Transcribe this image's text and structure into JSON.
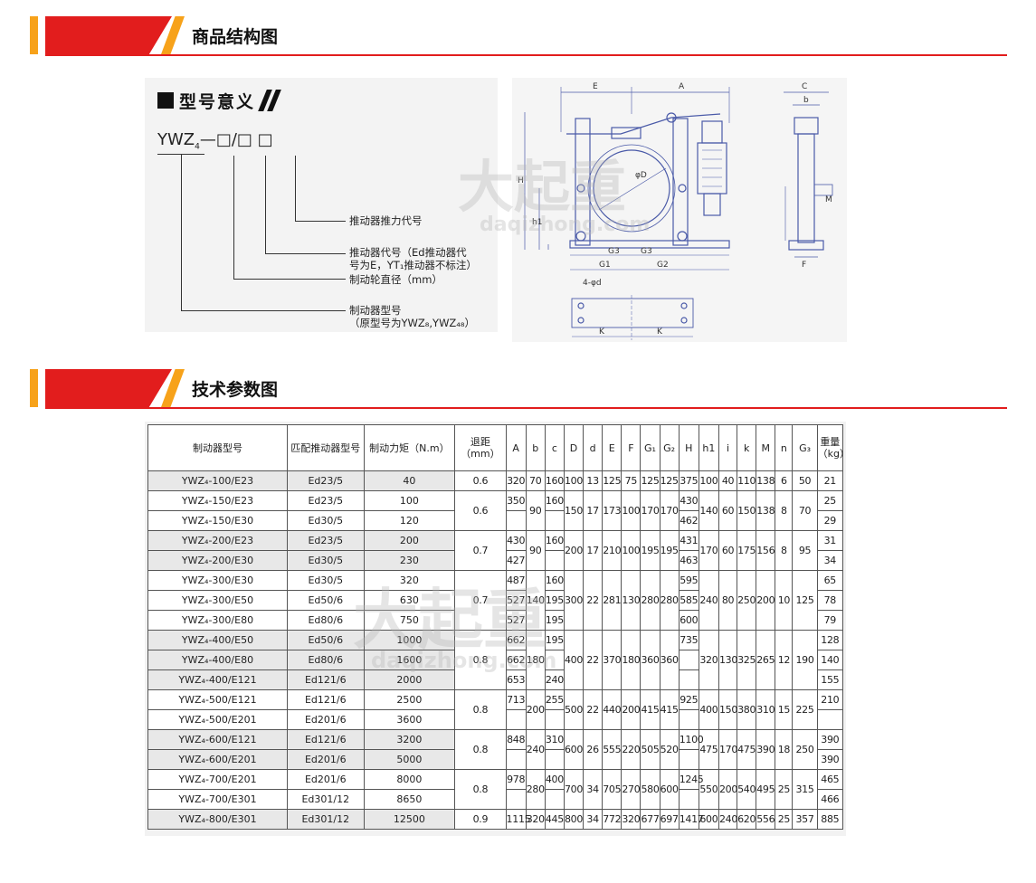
{
  "section1": {
    "title": "商品结构图"
  },
  "section2": {
    "title": "技术参数图"
  },
  "model_meaning": {
    "tag": "型号意义",
    "code_prefix": "YWZ",
    "code_sub": "4",
    "code_rest": "—□/□  □",
    "lines": [
      "推动器推力代号",
      "推动器代号（Ed推动器代",
      "号为E，YT₁推动器不标注）",
      "制动轮直径（mm）",
      "制动器型号",
      "（原型号为YWZ₈,YWZ₄₈）"
    ]
  },
  "drawing": {
    "labels": [
      "E",
      "A",
      "C",
      "b",
      "H",
      "h1",
      "φD",
      "G3",
      "G3",
      "G1",
      "G2",
      "M",
      "F",
      "4-φd",
      "K",
      "K"
    ]
  },
  "watermark": {
    "cn": "大起重",
    "en": "daqizhong.com"
  },
  "table": {
    "headers": [
      "制动器型号",
      "匹配推动器型号",
      "制动力矩（N.m）",
      "退距（mm）",
      "A",
      "b",
      "c",
      "D",
      "d",
      "E",
      "F",
      "G₁",
      "G₂",
      "H",
      "h1",
      "i",
      "k",
      "M",
      "n",
      "G₃",
      "重量（kg）"
    ],
    "rows": [
      [
        "YWZ₄-100/E23",
        "Ed23/5",
        "40",
        "0.6",
        "320",
        "70",
        "160",
        "100",
        "13",
        "125",
        "75",
        "125",
        "125",
        "375",
        "100",
        "40",
        "110",
        "138",
        "6",
        "50",
        "21"
      ],
      [
        "YWZ₄-150/E23",
        "Ed23/5",
        "100",
        "0.6",
        "350",
        "90",
        "160",
        "150",
        "17",
        "173",
        "100",
        "170",
        "170",
        "430",
        "140",
        "60",
        "150",
        "138",
        "8",
        "70",
        "25"
      ],
      [
        "YWZ₄-150/E30",
        "Ed30/5",
        "120",
        "",
        "",
        "",
        "",
        "",
        "",
        "",
        "",
        "",
        "",
        "462",
        "",
        "",
        "",
        "",
        "",
        "",
        "29"
      ],
      [
        "YWZ₄-200/E23",
        "Ed23/5",
        "200",
        "0.7",
        "430",
        "90",
        "160",
        "200",
        "17",
        "210",
        "100",
        "195",
        "195",
        "431",
        "170",
        "60",
        "175",
        "156",
        "8",
        "95",
        "31"
      ],
      [
        "YWZ₄-200/E30",
        "Ed30/5",
        "230",
        "",
        "427",
        "",
        "",
        "",
        "",
        "",
        "",
        "",
        "",
        "463",
        "",
        "",
        "",
        "",
        "",
        "",
        "34"
      ],
      [
        "YWZ₄-300/E30",
        "Ed30/5",
        "320",
        "0.7",
        "487",
        "140",
        "160",
        "300",
        "22",
        "281",
        "130",
        "280",
        "280",
        "595",
        "240",
        "80",
        "250",
        "200",
        "10",
        "125",
        "65"
      ],
      [
        "YWZ₄-300/E50",
        "Ed50/6",
        "630",
        "",
        "527",
        "",
        "195",
        "",
        "",
        "",
        "",
        "",
        "",
        "585",
        "",
        "",
        "",
        "",
        "",
        "",
        "78"
      ],
      [
        "YWZ₄-300/E80",
        "Ed80/6",
        "750",
        "",
        "527",
        "",
        "195",
        "",
        "",
        "",
        "",
        "",
        "",
        "600",
        "",
        "",
        "",
        "",
        "",
        "",
        "79"
      ],
      [
        "YWZ₄-400/E50",
        "Ed50/6",
        "1000",
        "0.8",
        "662",
        "180",
        "195",
        "400",
        "22",
        "370",
        "180",
        "360",
        "360",
        "735",
        "320",
        "130",
        "325",
        "265",
        "12",
        "190",
        "128"
      ],
      [
        "YWZ₄-400/E80",
        "Ed80/6",
        "1600",
        "",
        "662",
        "",
        "",
        "",
        "",
        "",
        "",
        "",
        "",
        "",
        "",
        "",
        "",
        "",
        "",
        "",
        "140"
      ],
      [
        "YWZ₄-400/E121",
        "Ed121/6",
        "2000",
        "",
        "653",
        "",
        "240",
        "",
        "",
        "",
        "",
        "",
        "",
        "",
        "",
        "",
        "",
        "",
        "",
        "",
        "155"
      ],
      [
        "YWZ₄-500/E121",
        "Ed121/6",
        "2500",
        "0.8",
        "713",
        "200",
        "255",
        "500",
        "22",
        "440",
        "200",
        "415",
        "415",
        "925",
        "400",
        "150",
        "380",
        "310",
        "15",
        "225",
        "210"
      ],
      [
        "YWZ₄-500/E201",
        "Ed201/6",
        "3600",
        "",
        "",
        "",
        "",
        "",
        "",
        "",
        "",
        "",
        "",
        "",
        "",
        "",
        "",
        "",
        "",
        "",
        ""
      ],
      [
        "YWZ₄-600/E121",
        "Ed121/6",
        "3200",
        "0.8",
        "848",
        "240",
        "310",
        "600",
        "26",
        "555",
        "220",
        "505",
        "520",
        "1100",
        "475",
        "170",
        "475",
        "390",
        "18",
        "250",
        "390"
      ],
      [
        "YWZ₄-600/E201",
        "Ed201/6",
        "5000",
        "",
        "",
        "",
        "",
        "",
        "",
        "",
        "",
        "",
        "",
        "",
        "",
        "",
        "",
        "",
        "",
        "",
        "390"
      ],
      [
        "YWZ₄-700/E201",
        "Ed201/6",
        "8000",
        "0.8",
        "978",
        "280",
        "400",
        "700",
        "34",
        "705",
        "270",
        "580",
        "600",
        "1245",
        "550",
        "200",
        "540",
        "495",
        "25",
        "315",
        "465"
      ],
      [
        "YWZ₄-700/E301",
        "Ed301/12",
        "8650",
        "",
        "",
        "",
        "",
        "",
        "",
        "",
        "",
        "",
        "",
        "",
        "",
        "",
        "",
        "",
        "",
        "",
        "466"
      ],
      [
        "YWZ₄-800/E301",
        "Ed301/12",
        "12500",
        "0.9",
        "1115",
        "320",
        "445",
        "800",
        "34",
        "772",
        "320",
        "677",
        "697",
        "1417",
        "600",
        "240",
        "620",
        "556",
        "25",
        "357",
        "885"
      ]
    ]
  }
}
